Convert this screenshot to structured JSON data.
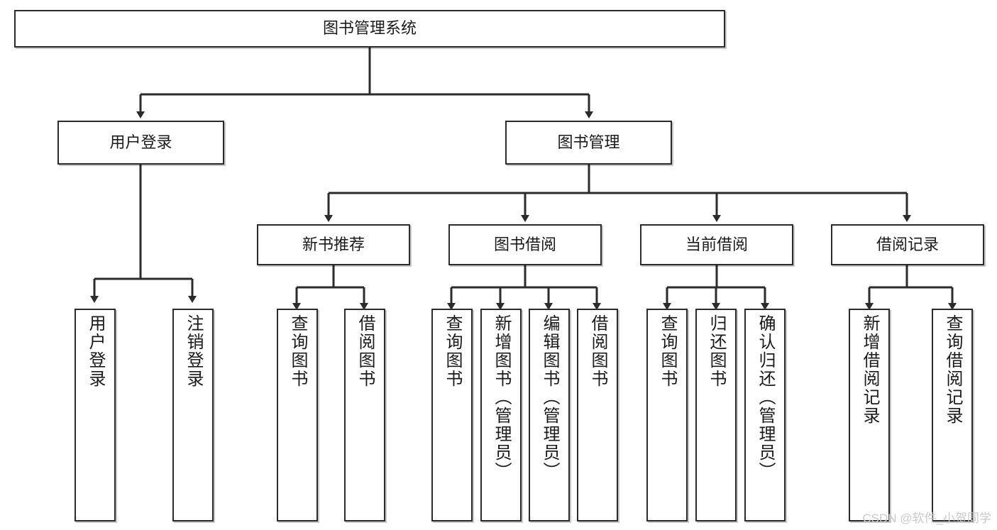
{
  "diagram": {
    "title": "图书管理系统",
    "type": "tree",
    "colors": {
      "box_border": "#2b2b2b",
      "box_fill": "#ffffff",
      "edge": "#2b2b2b",
      "watermark": "#c9c9c9",
      "background": "#ffffff"
    },
    "watermark": "CSDN @软件_小贺同学",
    "levels": [
      {
        "level": 1,
        "nodes": [
          {
            "id": "root",
            "label": "图书管理系统",
            "orientation": "horizontal"
          }
        ]
      },
      {
        "level": 2,
        "nodes": [
          {
            "id": "login",
            "label": "用户登录",
            "orientation": "horizontal",
            "parent": "root"
          },
          {
            "id": "bookmgmt",
            "label": "图书管理",
            "orientation": "horizontal",
            "parent": "root"
          }
        ]
      },
      {
        "level": 3,
        "nodes": [
          {
            "id": "newbook",
            "label": "新书推荐",
            "orientation": "horizontal",
            "parent": "bookmgmt"
          },
          {
            "id": "borrow",
            "label": "图书借阅",
            "orientation": "horizontal",
            "parent": "bookmgmt"
          },
          {
            "id": "current",
            "label": "当前借阅",
            "orientation": "horizontal",
            "parent": "bookmgmt"
          },
          {
            "id": "records",
            "label": "借阅记录",
            "orientation": "horizontal",
            "parent": "bookmgmt"
          }
        ]
      },
      {
        "level": 4,
        "nodes": [
          {
            "id": "leaf1",
            "label": "用户登录",
            "orientation": "vertical",
            "parent": "login"
          },
          {
            "id": "leaf2",
            "label": "注销登录",
            "orientation": "vertical",
            "parent": "login"
          },
          {
            "id": "leaf3",
            "label": "查询图书",
            "orientation": "vertical",
            "parent": "newbook"
          },
          {
            "id": "leaf4",
            "label": "借阅图书",
            "orientation": "vertical",
            "parent": "newbook"
          },
          {
            "id": "leaf5",
            "label": "查询图书",
            "orientation": "vertical",
            "parent": "borrow"
          },
          {
            "id": "leaf6",
            "label": "新增图书（管理员）",
            "orientation": "vertical",
            "parent": "borrow"
          },
          {
            "id": "leaf7",
            "label": "编辑图书（管理员）",
            "orientation": "vertical",
            "parent": "borrow"
          },
          {
            "id": "leaf8",
            "label": "借阅图书",
            "orientation": "vertical",
            "parent": "borrow"
          },
          {
            "id": "leaf9",
            "label": "查询图书",
            "orientation": "vertical",
            "parent": "current"
          },
          {
            "id": "leaf10",
            "label": "归还图书",
            "orientation": "vertical",
            "parent": "current"
          },
          {
            "id": "leaf11",
            "label": "确认归还（管理员）",
            "orientation": "vertical",
            "parent": "current"
          },
          {
            "id": "leaf12",
            "label": "新增借阅记录",
            "orientation": "vertical",
            "parent": "records"
          },
          {
            "id": "leaf13",
            "label": "查询借阅记录",
            "orientation": "vertical",
            "parent": "records"
          }
        ]
      }
    ],
    "edges": [
      {
        "from": "root",
        "to": "login"
      },
      {
        "from": "root",
        "to": "bookmgmt"
      },
      {
        "from": "login",
        "to": "leaf1"
      },
      {
        "from": "login",
        "to": "leaf2"
      },
      {
        "from": "bookmgmt",
        "to": "newbook"
      },
      {
        "from": "bookmgmt",
        "to": "borrow"
      },
      {
        "from": "bookmgmt",
        "to": "current"
      },
      {
        "from": "bookmgmt",
        "to": "records"
      },
      {
        "from": "newbook",
        "to": "leaf3"
      },
      {
        "from": "newbook",
        "to": "leaf4"
      },
      {
        "from": "borrow",
        "to": "leaf5"
      },
      {
        "from": "borrow",
        "to": "leaf6"
      },
      {
        "from": "borrow",
        "to": "leaf7"
      },
      {
        "from": "borrow",
        "to": "leaf8"
      },
      {
        "from": "current",
        "to": "leaf9"
      },
      {
        "from": "current",
        "to": "leaf10"
      },
      {
        "from": "current",
        "to": "leaf11"
      },
      {
        "from": "records",
        "to": "leaf12"
      },
      {
        "from": "records",
        "to": "leaf13"
      }
    ]
  }
}
